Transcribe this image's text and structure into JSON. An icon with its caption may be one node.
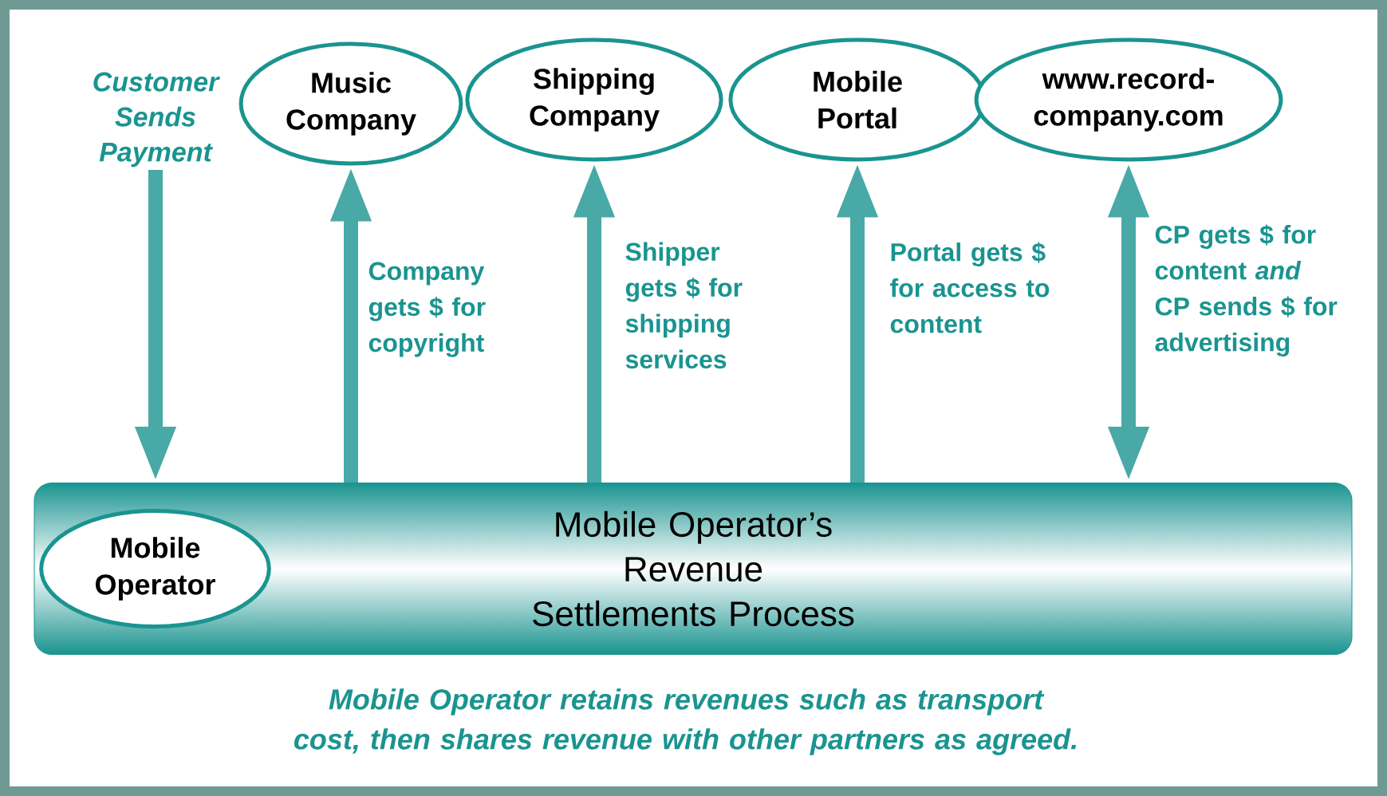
{
  "diagram": {
    "caption": "Mobile Operator retains revenues such as transport cost, then shares revenue with other partners as agreed.",
    "nodes": [
      {
        "text": [
          "Customer Sends Payment"
        ]
      },
      {
        "text": [
          "Music Company"
        ]
      },
      {
        "text": [
          "Shipping Company"
        ]
      },
      {
        "text": [
          "Mobile Portal"
        ]
      },
      {
        "text": [
          "www.record-company.com"
        ]
      },
      {
        "text": [
          "Mobile Operator’s Revenue Settlements Process"
        ]
      },
      {
        "text": [
          "Mobile Operator"
        ],
        "in": 5
      }
    ],
    "edges": [
      {
        "from": 0,
        "to": 5,
        "arrow": "to"
      },
      {
        "from": 5,
        "to": 1,
        "arrow": "to",
        "label": "Company gets $ for copyright"
      },
      {
        "from": 5,
        "to": 2,
        "arrow": "to",
        "label": "Shipper gets $ for shipping services"
      },
      {
        "from": 5,
        "to": 3,
        "arrow": "to",
        "label": "Portal gets $ for access to content"
      },
      {
        "from": 5,
        "to": 4,
        "arrow": "both",
        "label": "CP gets $ for content *and* CP sends $ for advertising"
      }
    ]
  }
}
